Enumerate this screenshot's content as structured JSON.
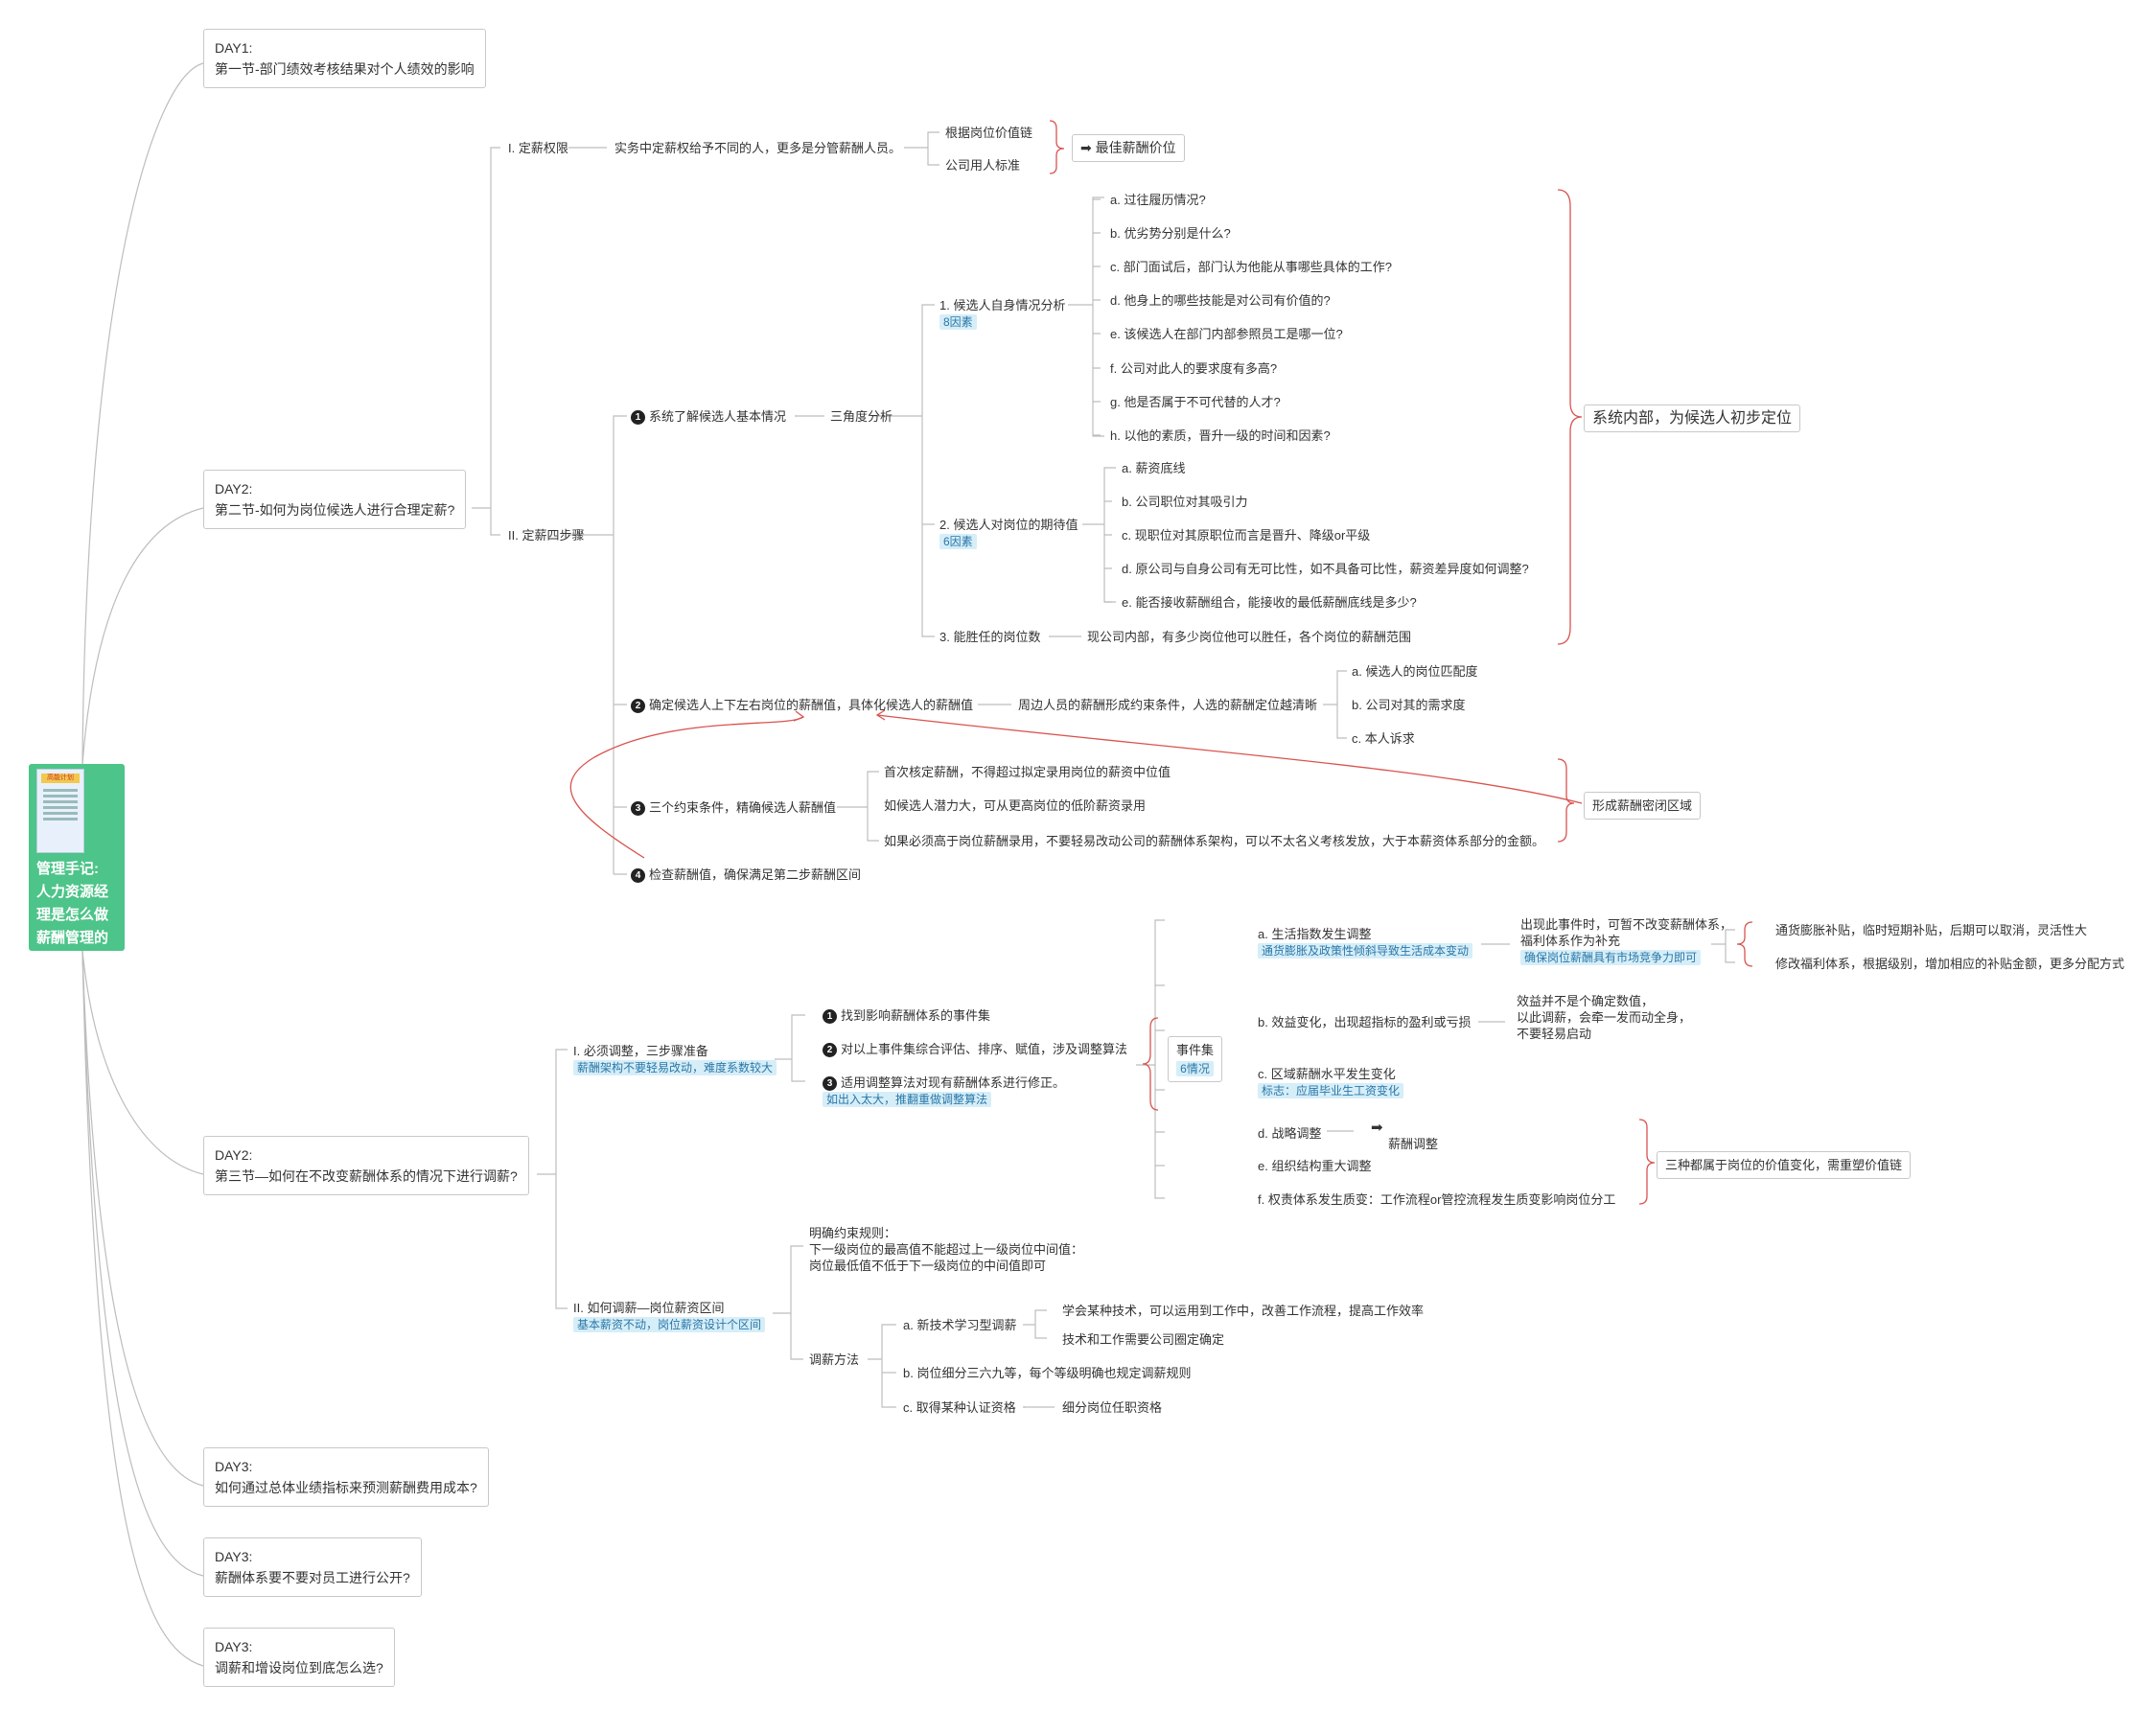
{
  "root": {
    "title": [
      "管理手记:",
      "人力资源经",
      "理是怎么做",
      "薪酬管理的"
    ],
    "thumb_title": "高能计划"
  },
  "days": {
    "d1": [
      "DAY1:",
      "第一节-部门绩效考核结果对个人绩效的影响"
    ],
    "d2a": [
      "DAY2:",
      "第二节-如何为岗位候选人进行合理定薪?"
    ],
    "d2b": [
      "DAY2:",
      "第三节—如何在不改变薪酬体系的情况下进行调薪?"
    ],
    "d3a": [
      "DAY3:",
      "如何通过总体业绩指标来预测薪酬费用成本?"
    ],
    "d3b": [
      "DAY3:",
      "薪酬体系要不要对员工进行公开?"
    ],
    "d3c": [
      "DAY3:",
      "调薪和增设岗位到底怎么选?"
    ]
  },
  "s2": {
    "p1": "I. 定薪权限",
    "p1_desc": "实务中定薪权给予不同的人，更多是分管薪酬人员。",
    "p1_a": "根据岗位价值链",
    "p1_b": "公司用人标准",
    "p1_result": "最佳薪酬价位",
    "p2": "II. 定薪四步骤",
    "step1": "系统了解候选人基本情况",
    "step1_n": "1",
    "three": "三角度分析",
    "c1": "1. 候选人自身情况分析",
    "c1_tag": "8因素",
    "c1_items": [
      "a. 过往履历情况?",
      "b. 优劣势分别是什么?",
      "c. 部门面试后，部门认为他能从事哪些具体的工作?",
      "d. 他身上的哪些技能是对公司有价值的?",
      "e. 该候选人在部门内部参照员工是哪一位?",
      "f. 公司对此人的要求度有多高?",
      "g. 他是否属于不可代替的人才?",
      "h. 以他的素质，晋升一级的时间和因素?"
    ],
    "c2": "2. 候选人对岗位的期待值",
    "c2_tag": "6因素",
    "c2_items": [
      "a. 薪资底线",
      "b. 公司职位对其吸引力",
      "c. 现职位对其原职位而言是晋升、降级or平级",
      "d. 原公司与自身公司有无可比性，如不具备可比性，薪资差异度如何调整?",
      "e. 能否接收薪酬组合，能接收的最低薪酬底线是多少?"
    ],
    "c3": "3. 能胜任的岗位数",
    "c3_desc": "现公司内部，有多少岗位他可以胜任，各个岗位的薪酬范围",
    "sys_box": "系统内部，为候选人初步定位",
    "step2": "确定候选人上下左右岗位的薪酬值，具体化候选人的薪酬值",
    "step2_n": "2",
    "step2_desc": "周边人员的薪酬形成约束条件，人选的薪酬定位越清晰",
    "step2_items": [
      "a. 候选人的岗位匹配度",
      "b. 公司对其的需求度",
      "c. 本人诉求"
    ],
    "step3": "三个约束条件，精确候选人薪酬值",
    "step3_n": "3",
    "step3_items": [
      "首次核定薪酬，不得超过拟定录用岗位的薪资中位值",
      "如候选人潜力大，可从更高岗位的低阶薪资录用",
      "如果必须高于岗位薪酬录用，不要轻易改动公司的薪酬体系架构，可以不太名义考核发放，大于本薪资体系部分的金额。"
    ],
    "closed_box": "形成薪酬密闭区域",
    "step4": "检查薪酬值，确保满足第二步薪酬区间",
    "step4_n": "4"
  },
  "s3": {
    "p1": "I. 必须调整，三步骤准备",
    "p1_tag": "薪酬架构不要轻易改动，难度系数较大",
    "steps": [
      "找到影响薪酬体系的事件集",
      "对以上事件集综合评估、排序、赋值，涉及调整算法",
      "适用调整算法对现有薪酬体系进行修正。"
    ],
    "steps_n": [
      "1",
      "2",
      "3"
    ],
    "step3_tag": "如出入太大，推翻重做调整算法",
    "events": "事件集",
    "events_tag": "6情况",
    "ea": "a. 生活指数发生调整",
    "ea_tag": "通货膨胀及政策性倾斜导致生活成本变动",
    "ea_desc": [
      "出现此事件时，可暂不改变薪酬体系，",
      "福利体系作为补充"
    ],
    "ea_desc_tag": "确保岗位薪酬具有市场竞争力即可",
    "ea_items": [
      "通货膨胀补贴，临时短期补贴，后期可以取消，灵活性大",
      "修改福利体系，根据级别，增加相应的补贴金额，更多分配方式"
    ],
    "eb": "b. 效益变化，出现超指标的盈利或亏损",
    "eb_desc": [
      "效益并不是个确定数值，",
      "以此调薪，会牵一发而动全身，",
      "不要轻易启动"
    ],
    "ec": "c. 区域薪酬水平发生变化",
    "ec_tag": "标志：应届毕业生工资变化",
    "ed": "d. 战略调整",
    "ed_result": "薪酬调整",
    "ee": "e. 组织结构重大调整",
    "ef": "f. 权责体系发生质变：工作流程or管控流程发生质变影响岗位分工",
    "value_box": "三种都属于岗位的价值变化，需重塑价值链",
    "p2": "II. 如何调薪—岗位薪资区间",
    "p2_tag": "基本薪资不动，岗位薪资设计个区间",
    "rule": [
      "明确约束规则：",
      "下一级岗位的最高值不能超过上一级岗位中间值：",
      "岗位最低值不低于下一级岗位的中间值即可"
    ],
    "method": "调薪方法",
    "ma": "a. 新技术学习型调薪",
    "ma_items": [
      "学会某种技术，可以运用到工作中，改善工作流程，提高工作效率",
      "技术和工作需要公司圈定确定"
    ],
    "mb": "b. 岗位细分三六九等，每个等级明确也规定调薪规则",
    "mc": "c. 取得某种认证资格",
    "mc_desc": "细分岗位任职资格"
  },
  "colors": {
    "root": "#4dc489",
    "bracket": "#d9534f",
    "tag_bg": "#d6eef8",
    "line": "#bdbdbd"
  }
}
